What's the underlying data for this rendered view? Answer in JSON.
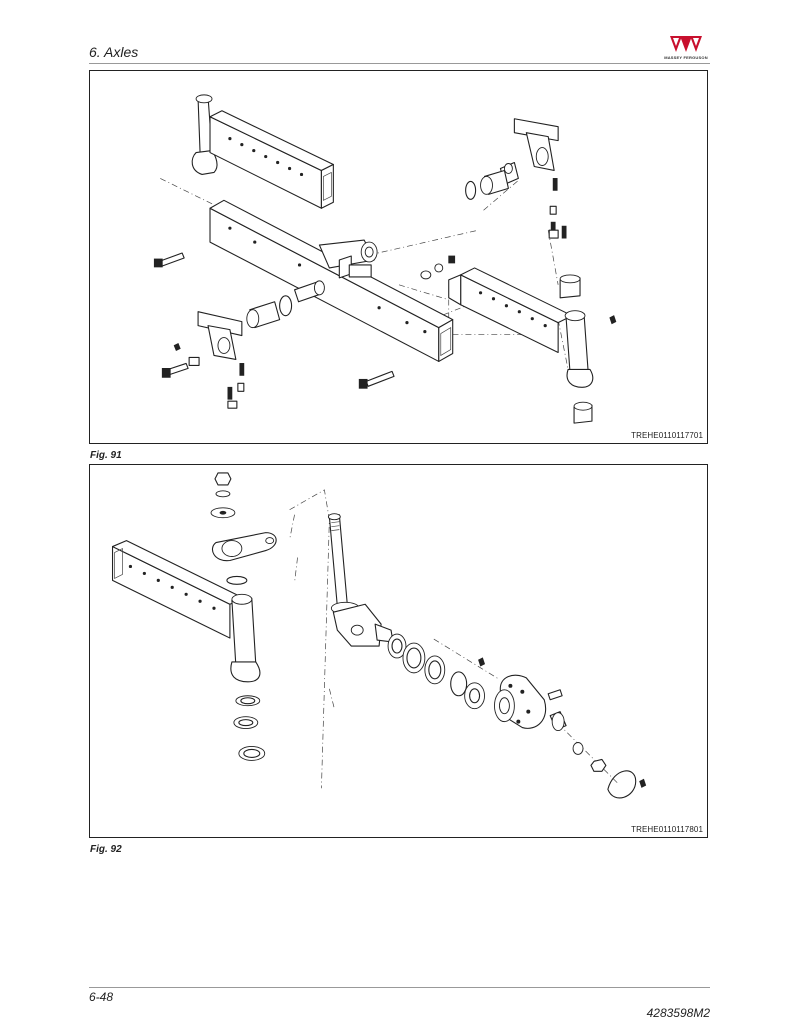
{
  "header": {
    "title": "6. Axles",
    "logo_text": "MASSEY FERGUSON"
  },
  "figures": [
    {
      "caption": "Fig. 91",
      "ref_code": "TREHE0110117701"
    },
    {
      "caption": "Fig. 92",
      "ref_code": "TREHE0110117801"
    }
  ],
  "footer": {
    "page_number": "6-48",
    "doc_number": "4283598M2"
  },
  "colors": {
    "text": "#222222",
    "rule": "#999999",
    "logo_red": "#c8102e"
  }
}
